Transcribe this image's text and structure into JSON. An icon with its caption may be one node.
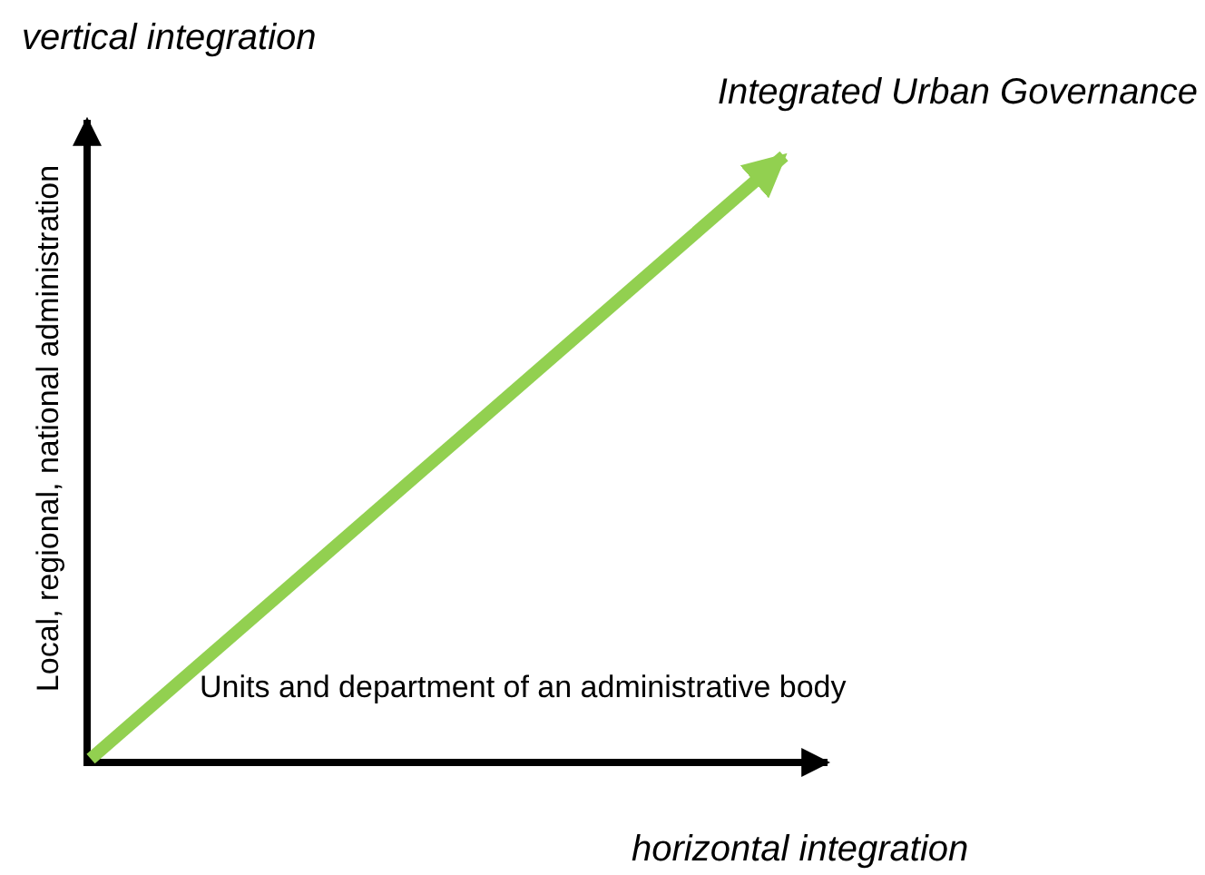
{
  "diagram": {
    "labels": [
      "vertical integration",
      "Integrated Urban Governance",
      "Local, regional, national administration",
      "Units and department of an administrative body",
      "horizontal integration"
    ]
  }
}
